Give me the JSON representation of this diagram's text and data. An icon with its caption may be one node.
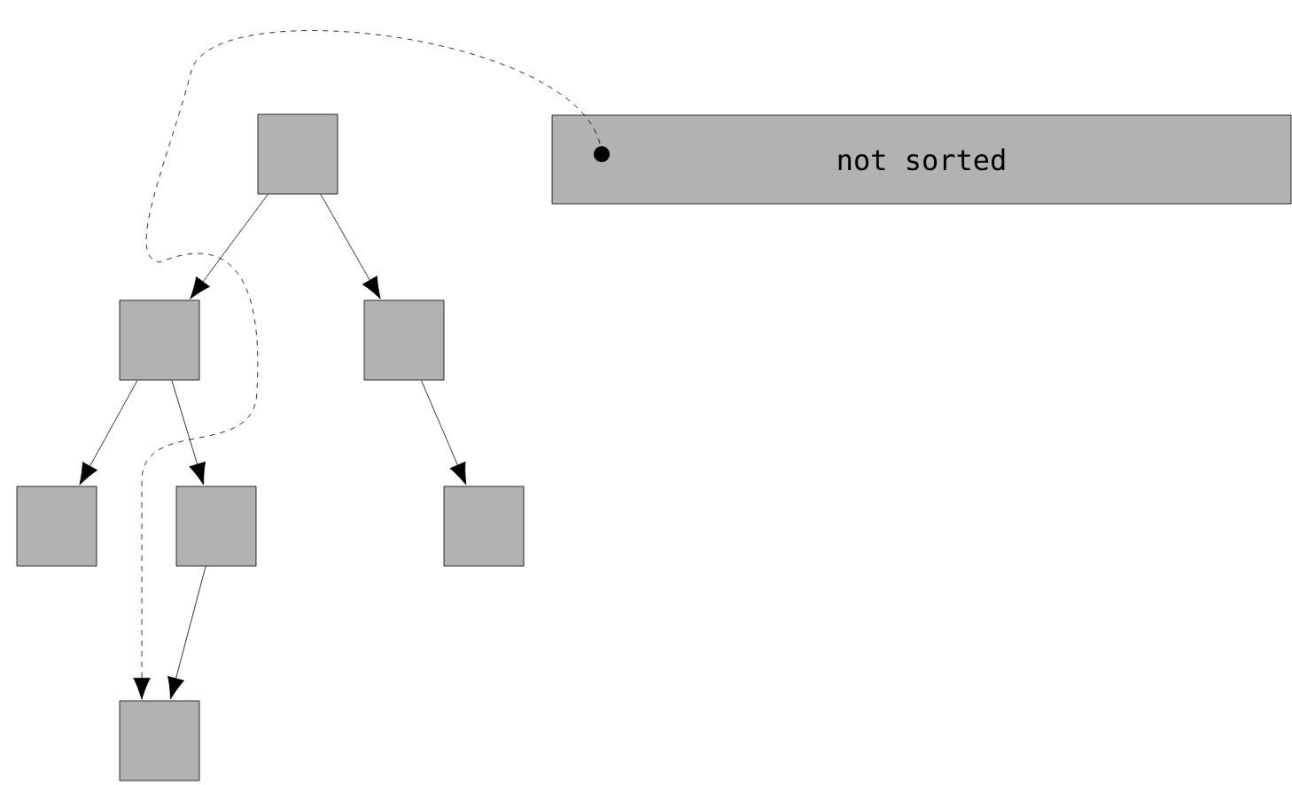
{
  "diagram": {
    "nodes": [
      {
        "text": [],
        "shape": "box"
      },
      {
        "text": [
          "not sorted"
        ]
      },
      {
        "text": [],
        "shape": "box"
      },
      {
        "text": [],
        "shape": "box"
      },
      {
        "text": [],
        "shape": "box"
      },
      {
        "text": [],
        "shape": "box"
      },
      {
        "text": [],
        "shape": "box"
      },
      {
        "text": [],
        "shape": "box"
      }
    ],
    "edges": [
      {
        "from": 0,
        "to": 2,
        "arrow": "to"
      },
      {
        "from": 0,
        "to": 3,
        "arrow": "to"
      },
      {
        "from": 2,
        "to": 4,
        "arrow": "to"
      },
      {
        "from": 2,
        "to": 5,
        "arrow": "to"
      },
      {
        "from": 3,
        "to": 6,
        "arrow": "to"
      },
      {
        "from": 5,
        "to": 7,
        "arrow": "to"
      },
      {
        "from": 1,
        "to": 7,
        "arrow": "to",
        "style": "dashed"
      }
    ]
  }
}
